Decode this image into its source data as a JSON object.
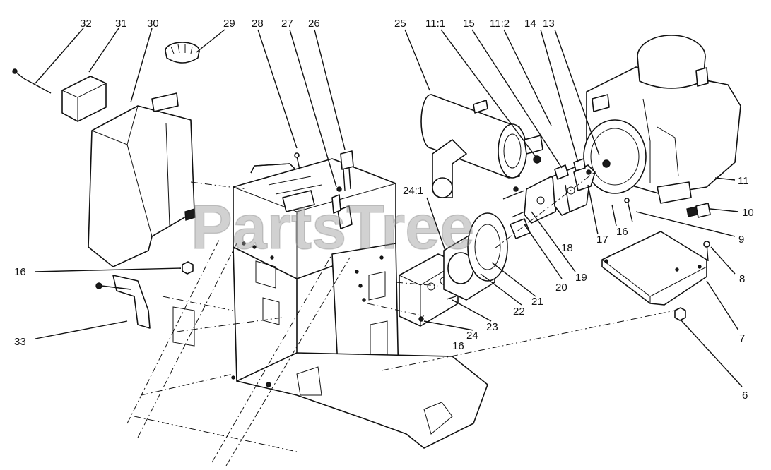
{
  "watermark": "PartsTree",
  "callouts": [
    {
      "id": "c32",
      "text": "32"
    },
    {
      "id": "c31",
      "text": "31"
    },
    {
      "id": "c30",
      "text": "30"
    },
    {
      "id": "c29",
      "text": "29"
    },
    {
      "id": "c28",
      "text": "28"
    },
    {
      "id": "c27",
      "text": "27"
    },
    {
      "id": "c26",
      "text": "26"
    },
    {
      "id": "c25",
      "text": "25"
    },
    {
      "id": "c11_1",
      "text": "11:1"
    },
    {
      "id": "c15",
      "text": "15"
    },
    {
      "id": "c11_2",
      "text": "11:2"
    },
    {
      "id": "c14",
      "text": "14"
    },
    {
      "id": "c13",
      "text": "13"
    },
    {
      "id": "c11",
      "text": "11"
    },
    {
      "id": "c10",
      "text": "10"
    },
    {
      "id": "c16a",
      "text": "16"
    },
    {
      "id": "c9",
      "text": "9"
    },
    {
      "id": "c8",
      "text": "8"
    },
    {
      "id": "c7",
      "text": "7"
    },
    {
      "id": "c6",
      "text": "6"
    },
    {
      "id": "c24_1",
      "text": "24:1"
    },
    {
      "id": "c18",
      "text": "18"
    },
    {
      "id": "c17",
      "text": "17"
    },
    {
      "id": "c19",
      "text": "19"
    },
    {
      "id": "c20",
      "text": "20"
    },
    {
      "id": "c21",
      "text": "21"
    },
    {
      "id": "c22",
      "text": "22"
    },
    {
      "id": "c23",
      "text": "23"
    },
    {
      "id": "c24",
      "text": "24"
    },
    {
      "id": "c16b",
      "text": "16"
    },
    {
      "id": "c16c",
      "text": "16"
    },
    {
      "id": "c33",
      "text": "33"
    }
  ]
}
